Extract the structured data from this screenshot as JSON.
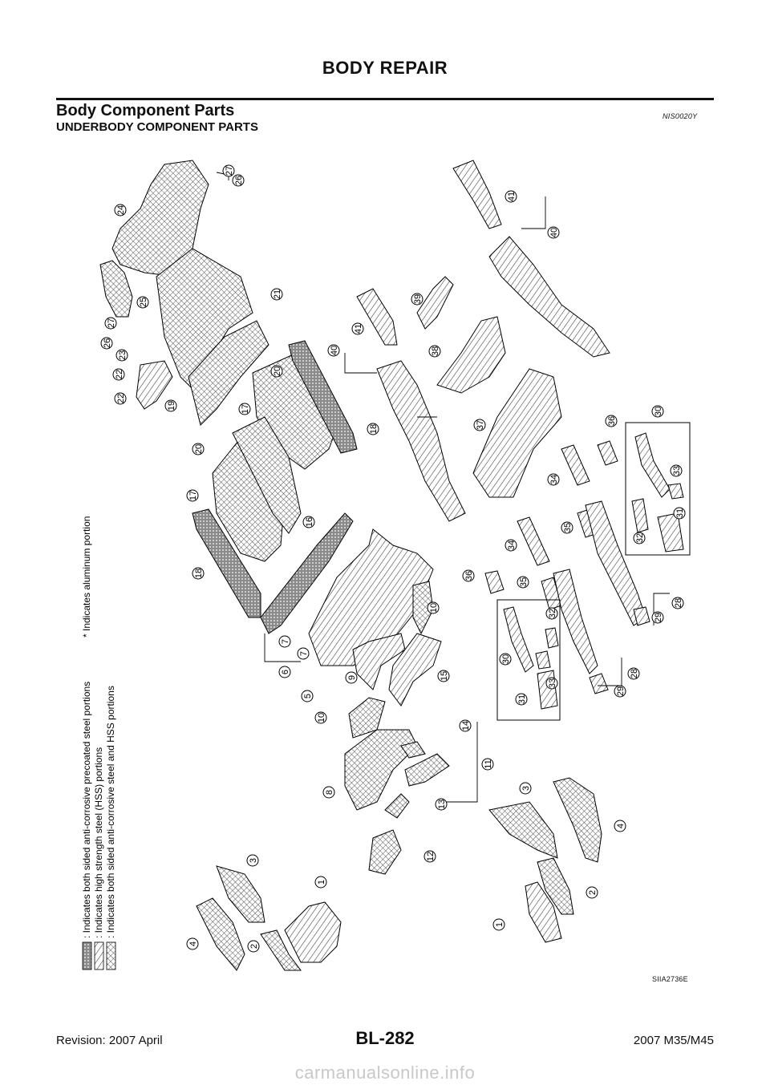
{
  "header": {
    "title": "BODY REPAIR"
  },
  "section": {
    "title": "Body Component Parts",
    "code": "NIS0020Y",
    "subtitle": "UNDERBODY COMPONENT PARTS"
  },
  "legend": {
    "items": [
      {
        "text": ": Indicates both sided anti-corrosive precoated steel portions",
        "pattern": "dots"
      },
      {
        "text": ": Indicates high strength steel (HSS) portions",
        "pattern": "hatch"
      },
      {
        "text": ": Indicates both sided anti-corrosive steel and HSS portions",
        "pattern": "cross"
      }
    ],
    "aluminum_note": "* Indicates aluminum portion"
  },
  "callouts": [
    {
      "id": "c1a",
      "n": "1"
    },
    {
      "id": "c1b",
      "n": "1"
    },
    {
      "id": "c2a",
      "n": "2"
    },
    {
      "id": "c2b",
      "n": "2"
    },
    {
      "id": "c3a",
      "n": "3"
    },
    {
      "id": "c3b",
      "n": "3"
    },
    {
      "id": "c4a",
      "n": "4"
    },
    {
      "id": "c4b",
      "n": "4"
    },
    {
      "id": "c5",
      "n": "5"
    },
    {
      "id": "c6",
      "n": "6"
    },
    {
      "id": "c7a",
      "n": "7"
    },
    {
      "id": "c7b",
      "n": "7"
    },
    {
      "id": "c8",
      "n": "8"
    },
    {
      "id": "c9",
      "n": "9"
    },
    {
      "id": "c10a",
      "n": "10"
    },
    {
      "id": "c10b",
      "n": "10"
    },
    {
      "id": "c11",
      "n": "11"
    },
    {
      "id": "c12",
      "n": "12"
    },
    {
      "id": "c13",
      "n": "13"
    },
    {
      "id": "c14",
      "n": "14"
    },
    {
      "id": "c15",
      "n": "15"
    },
    {
      "id": "c16",
      "n": "16"
    },
    {
      "id": "c17a",
      "n": "17"
    },
    {
      "id": "c17b",
      "n": "17"
    },
    {
      "id": "c18a",
      "n": "18"
    },
    {
      "id": "c18b",
      "n": "18"
    },
    {
      "id": "c19",
      "n": "19"
    },
    {
      "id": "c20a",
      "n": "20"
    },
    {
      "id": "c20b",
      "n": "20"
    },
    {
      "id": "c21",
      "n": "21"
    },
    {
      "id": "c22a",
      "n": "22"
    },
    {
      "id": "c22b",
      "n": "22"
    },
    {
      "id": "c23",
      "n": "23"
    },
    {
      "id": "c24",
      "n": "24"
    },
    {
      "id": "c25",
      "n": "25"
    },
    {
      "id": "c26a",
      "n": "26"
    },
    {
      "id": "c26b",
      "n": "26"
    },
    {
      "id": "c27a",
      "n": "27"
    },
    {
      "id": "c27b",
      "n": "27"
    },
    {
      "id": "c28a",
      "n": "28"
    },
    {
      "id": "c28b",
      "n": "28"
    },
    {
      "id": "c29a",
      "n": "29"
    },
    {
      "id": "c29b",
      "n": "29"
    },
    {
      "id": "c30a",
      "n": "30"
    },
    {
      "id": "c30b",
      "n": "30"
    },
    {
      "id": "c31a",
      "n": "31"
    },
    {
      "id": "c31b",
      "n": "31"
    },
    {
      "id": "c32a",
      "n": "32"
    },
    {
      "id": "c32b",
      "n": "32"
    },
    {
      "id": "c33a",
      "n": "33"
    },
    {
      "id": "c33b",
      "n": "33"
    },
    {
      "id": "c34a",
      "n": "34"
    },
    {
      "id": "c34b",
      "n": "34"
    },
    {
      "id": "c35a",
      "n": "35"
    },
    {
      "id": "c35b",
      "n": "35"
    },
    {
      "id": "c36a",
      "n": "36"
    },
    {
      "id": "c36b",
      "n": "36"
    },
    {
      "id": "c37",
      "n": "37"
    },
    {
      "id": "c38",
      "n": "38"
    },
    {
      "id": "c39",
      "n": "39"
    },
    {
      "id": "c40a",
      "n": "40"
    },
    {
      "id": "c40b",
      "n": "40"
    },
    {
      "id": "c41a",
      "n": "41"
    },
    {
      "id": "c41b",
      "n": "41"
    }
  ],
  "figure_code": "SIIA2736E",
  "footer": {
    "revision": "Revision: 2007 April",
    "page": "BL-282",
    "model": "2007 M35/M45"
  },
  "watermark": "carmanualsonline.info"
}
